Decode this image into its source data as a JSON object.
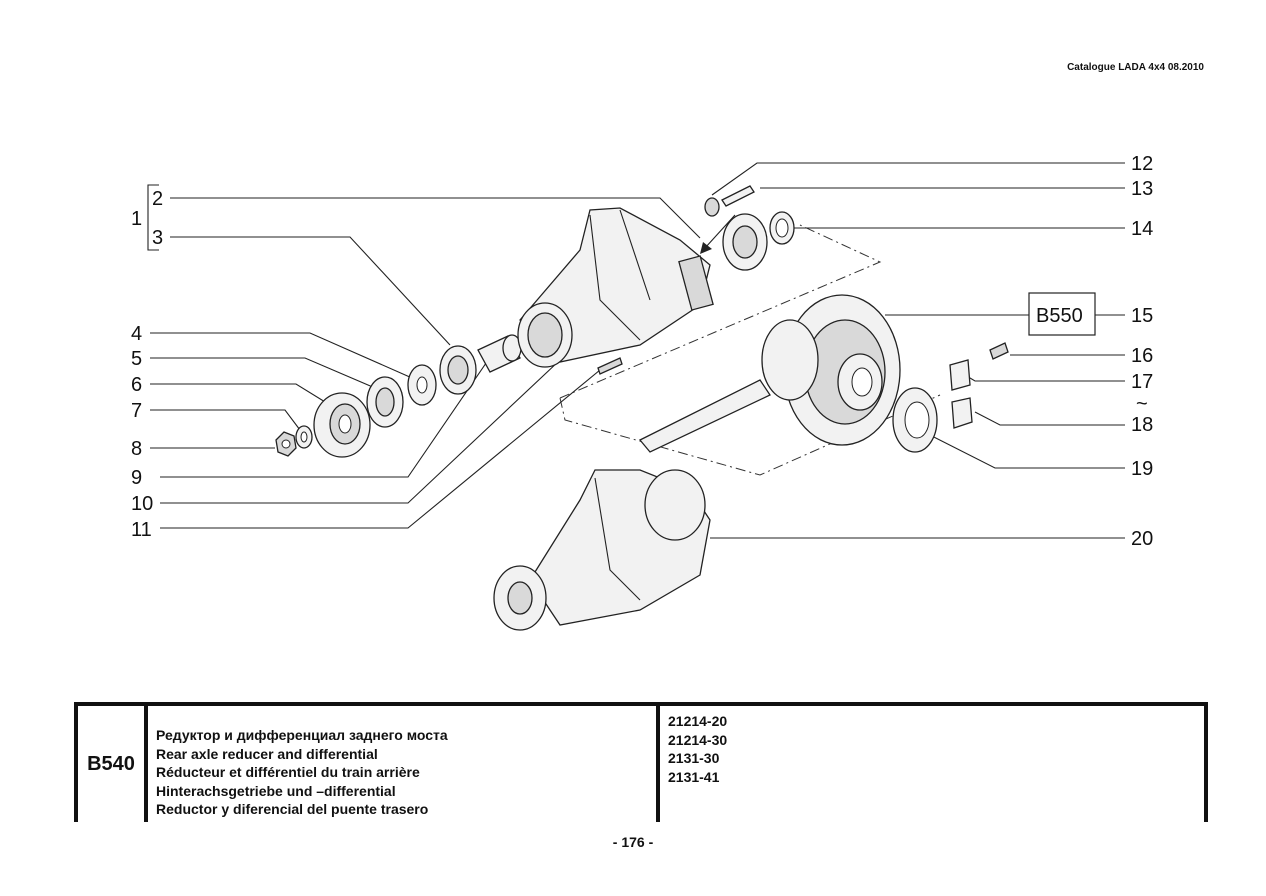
{
  "header": {
    "catalogue": "Catalogue LADA 4x4   08.2010"
  },
  "diagram": {
    "callouts": {
      "c1": "1",
      "c2": "2",
      "c3": "3",
      "c4": "4",
      "c5": "5",
      "c6": "6",
      "c7": "7",
      "c8": "8",
      "c9": "9",
      "c10": "10",
      "c11": "11",
      "c12": "12",
      "c13": "13",
      "c14": "14",
      "c15": "15",
      "c16": "16",
      "c17": "17",
      "c18": "18",
      "c19": "19",
      "c20": "20",
      "tilde": "~"
    },
    "ref_box": "B550"
  },
  "table": {
    "code": "B540",
    "descriptions": [
      "Редуктор и дифференциал заднего моста",
      "Rear axle reducer and differential",
      "Réducteur et différentiel du train arrière",
      "Hinterachsgetriebe und –differential",
      "Reductor y diferencial del puente trasero"
    ],
    "models": [
      "21214-20",
      "21214-30",
      "2131-30",
      "2131-41"
    ]
  },
  "footer": {
    "page": "- 176 -"
  }
}
